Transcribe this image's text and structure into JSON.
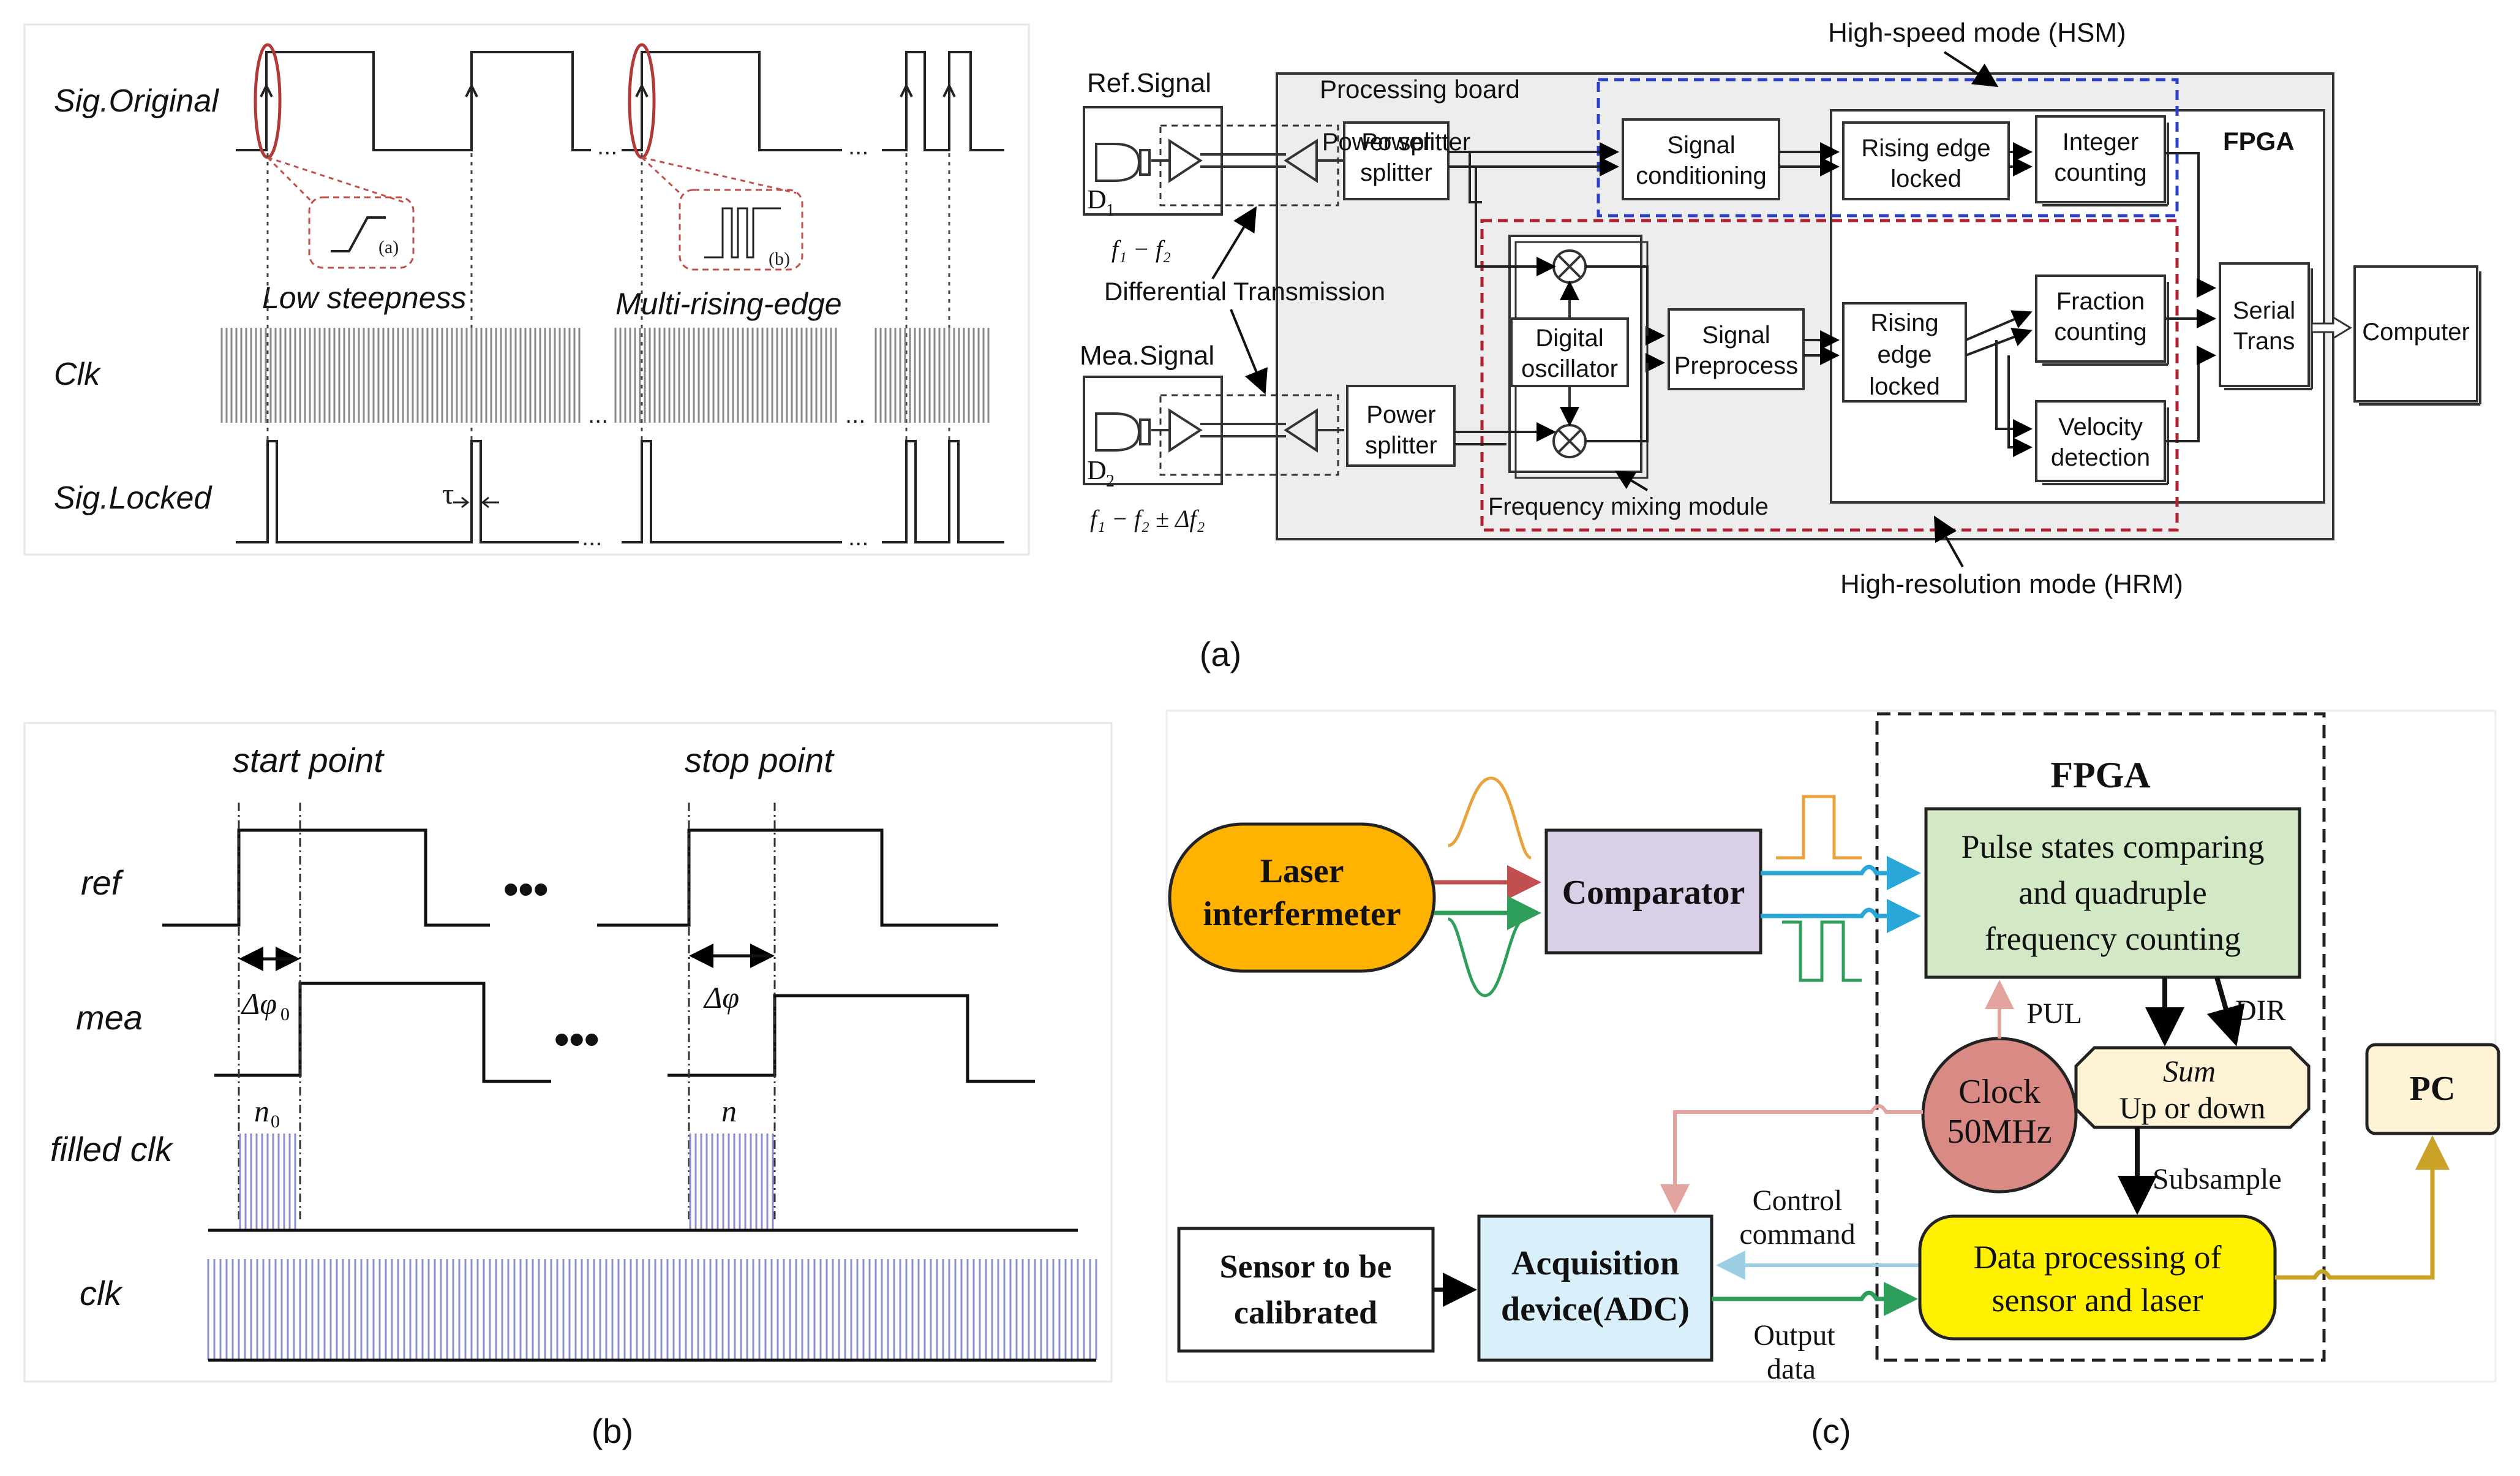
{
  "panel_timing": {
    "signals": {
      "sig_original": "Sig.Original",
      "clk": "Clk",
      "sig_locked": "Sig.Locked"
    },
    "callout_a": "(a)",
    "callout_b": "(b)",
    "label_low_steepness": "Low steepness",
    "label_multi_rising": "Multi-rising-edge",
    "tau": "τ",
    "ellipsis": "..."
  },
  "panel_a": {
    "ref_signal": "Ref.Signal",
    "mea_signal": "Mea.Signal",
    "d1": "D",
    "d1_sub": "1",
    "d2": "D",
    "d2_sub": "2",
    "f_ref": "f₁ − f₂",
    "f_mea": "f₁ − f₂ ± Δf₂",
    "differential": "Differential Transmission",
    "processing_board": "Processing board",
    "power_splitter_1": "Power splitter",
    "power_splitter_2": "Power splitter",
    "hsm": "High-speed mode (HSM)",
    "hrm": "High-resolution mode (HRM)",
    "signal_conditioning": "Signal conditioning",
    "rising_edge_locked_top": "Rising edge locked",
    "integer_counting": "Integer counting",
    "fpga": "FPGA",
    "digital_oscillator": "Digital oscillator",
    "signal_preprocess": "Signal Preprocess",
    "rising_edge_locked_mid": "Rising edge locked",
    "fraction_counting": "Fraction counting",
    "velocity_detection": "Velocity detection",
    "serial_trans": "Serial Trans",
    "computer": "Computer",
    "freq_mixing": "Frequency mixing module",
    "caption": "(a)"
  },
  "panel_b": {
    "start_point": "start point",
    "stop_point": "stop point",
    "ref": "ref",
    "mea": "mea",
    "filled_clk": "filled clk",
    "clk": "clk",
    "dphi0": "Δφ",
    "dphi0_sub": "0",
    "dphi": "Δφ",
    "n0": "n",
    "n0_sub": "0",
    "n": "n",
    "dots": "•••",
    "caption": "(b)"
  },
  "panel_c": {
    "fpga": "FPGA",
    "laser_line1": "Laser",
    "laser_line2": "interfermeter",
    "comparator": "Comparator",
    "pulse_line1": "Pulse states comparing",
    "pulse_line2": "and quadruple",
    "pulse_line3": "frequency counting",
    "pul": "PUL",
    "dir": "DIR",
    "clock_line1": "Clock",
    "clock_line2": "50MHz",
    "sum_line1": "Sum",
    "sum_line2": "Up or down",
    "subsample": "Subsample",
    "pc": "PC",
    "sensor_line1": "Sensor to be",
    "sensor_line2": "calibrated",
    "acq_line1": "Acquisition",
    "acq_line2": "device(ADC)",
    "control_line1": "Control",
    "control_line2": "command",
    "output_line1": "Output",
    "output_line2": "data",
    "data_line1": "Data processing of",
    "data_line2": "sensor and laser",
    "caption": "(c)",
    "colors": {
      "laser": "#FFB300",
      "comparator": "#D9D0E8",
      "pulse": "#D3E8C4",
      "clock": "#D98A85",
      "sum": "#FFF3D6",
      "pc": "#FFF3D6",
      "acq": "#D9F0FA",
      "data": "#FFF100",
      "arrow_red": "#C0504D",
      "arrow_green": "#2E9E5B",
      "arrow_blue": "#2AA7D9",
      "arrow_pink": "#E3A39E",
      "arrow_gold": "#C9A227",
      "wave_orange": "#E8A33D"
    }
  }
}
